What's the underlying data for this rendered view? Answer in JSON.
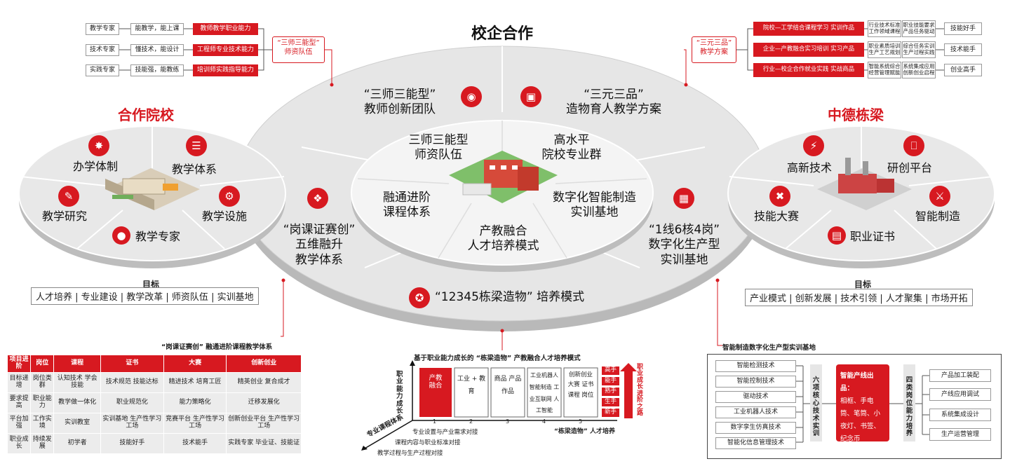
{
  "title": "校企合作",
  "left_school": {
    "heading": "合作院校",
    "items": [
      "办学体制",
      "教学体系",
      "教学研究",
      "教学设施",
      "教学专家"
    ],
    "goal_heading": "目标",
    "goal_text": "人才培养 | 专业建设 | 教学改革 | 师资队伍 | 实训基地"
  },
  "right_company": {
    "heading": "中德栋梁",
    "items": [
      "高新技术",
      "研创平台",
      "技能大赛",
      "智能制造",
      "职业证书"
    ],
    "goal_heading": "目标",
    "goal_text": "产业模式 | 创新发展 | 技术引领 | 人才聚集 | 市场开拓"
  },
  "center": {
    "outer": {
      "top_left": [
        "“三师三能型”",
        "教师创新团队"
      ],
      "top_right": [
        "“三元三品”",
        "造物育人教学方案"
      ],
      "left": [
        "“岗课证赛创”",
        "五维融升",
        "教学体系"
      ],
      "right": [
        "“1线6核4岗”",
        "数字化生产型",
        "实训基地"
      ],
      "bottom": "“12345栋梁造物” 培养模式"
    },
    "inner": {
      "top_left": [
        "三师三能型",
        "师资队伍"
      ],
      "top_right": [
        "高水平",
        "院校专业群"
      ],
      "left": [
        "融通进阶",
        "课程体系"
      ],
      "right": [
        "数字化智能制造",
        "实训基地"
      ],
      "bottom": [
        "产教融合",
        "人才培养模式"
      ]
    }
  },
  "top_left_panel": {
    "callout": [
      "“三师三能型”",
      "师资队伍"
    ],
    "rows": [
      {
        "role": "教学专家",
        "desc": "能教学，能上课",
        "ability": "教师教学职业能力"
      },
      {
        "role": "技术专家",
        "desc": "懂技术，能设计",
        "ability": "工程师专业技术能力"
      },
      {
        "role": "实践专家",
        "desc": "技能强，能教练",
        "ability": "培训师实践指导能力"
      }
    ]
  },
  "top_right_panel": {
    "callout": [
      "“三元三品”",
      "教学方案"
    ],
    "rows": [
      {
        "path": "院校—工学结合课程学习  实训作品",
        "a": "行业技术标准 工作领域课程",
        "b": "职业技能要求 产品任务驱动",
        "result": "技能好手"
      },
      {
        "path": "企业—产教融合实习培训  实习产品",
        "a": "职业素质培训 生产工艺规划",
        "b": "综合任务实训 生产过程实践",
        "result": "技术能手"
      },
      {
        "path": "行业—校企合作就业实践  实战商品",
        "a": "智能系统综合 经营管理赋能",
        "b": "系统集成应用 创新创业启程",
        "result": "创业高手"
      }
    ]
  },
  "bottom_left_table": {
    "caption": "“岗课证赛创” 融通进阶课程教学体系",
    "headers": [
      "项目进阶",
      "岗位",
      "课程",
      "证书",
      "大赛",
      "创新创业"
    ],
    "rows": [
      [
        "目标递增",
        "岗位类群",
        "认知技术 学会技能",
        "技术规范 技能达标",
        "精进技术 培育工匠",
        "精英创业 复合成才"
      ],
      [
        "要求提高",
        "职业能力",
        "教学做一体化",
        "职业规范化",
        "能力策略化",
        "迁移发展化"
      ],
      [
        "平台加强",
        "工作实境",
        "实训教室",
        "实训基地 生产性学习工场",
        "竞赛平台 生产性学习工场",
        "创新创业平台 生产性学习工场"
      ],
      [
        "职业成长",
        "持续发展",
        "初学者",
        "技能好手",
        "技术能手",
        "实践专家 毕业证、技能证"
      ]
    ]
  },
  "bottom_middle": {
    "caption": "基于职业能力成长的 “栋梁造物” 产教融合人才培养模式",
    "y_axis": "职业能力成长",
    "diag_axis": "专业课程体系",
    "right_axis": "职业成长进阶之路",
    "x_caption": "“栋梁造物” 人才培养",
    "stages": [
      {
        "num": "1",
        "text": "产教融合"
      },
      {
        "num": "2",
        "text": "工业 + 教育"
      },
      {
        "num": "3",
        "text": "商品 产品 作品"
      },
      {
        "num": "4",
        "text": "工业机器人 智能制造 工业互联网 人工智能"
      },
      {
        "num": "5",
        "text": "创新创业 大赛 证书 课程 岗位"
      }
    ],
    "ladder": [
      "高手",
      "能手",
      "熟手",
      "生手",
      "新手"
    ],
    "align_lines": [
      "专业设置与产业需求对接",
      "课程内容与职业标准对接",
      "教学过程与生产过程对接"
    ]
  },
  "bottom_right": {
    "caption": "智能制造数字化生产型实训基地",
    "techs": [
      "智能检测技术",
      "智能控制技术",
      "驱动技术",
      "工业机器人技术",
      "数字孪生仿真技术",
      "智能化信息管理技术"
    ],
    "core_label": "六项核心技术实训",
    "product_title": "智能产线出品：",
    "products": "相框、手电筒、笔筒、小夜灯、书签、纪念币",
    "post_label": "四类岗位能力培养",
    "posts": [
      "产品加工装配",
      "产线应用调试",
      "系统集成设计",
      "生产运营管理"
    ]
  },
  "colors": {
    "accent": "#d71920",
    "ellipse": "#e8e8e8",
    "inner": "#f2f2f2"
  }
}
